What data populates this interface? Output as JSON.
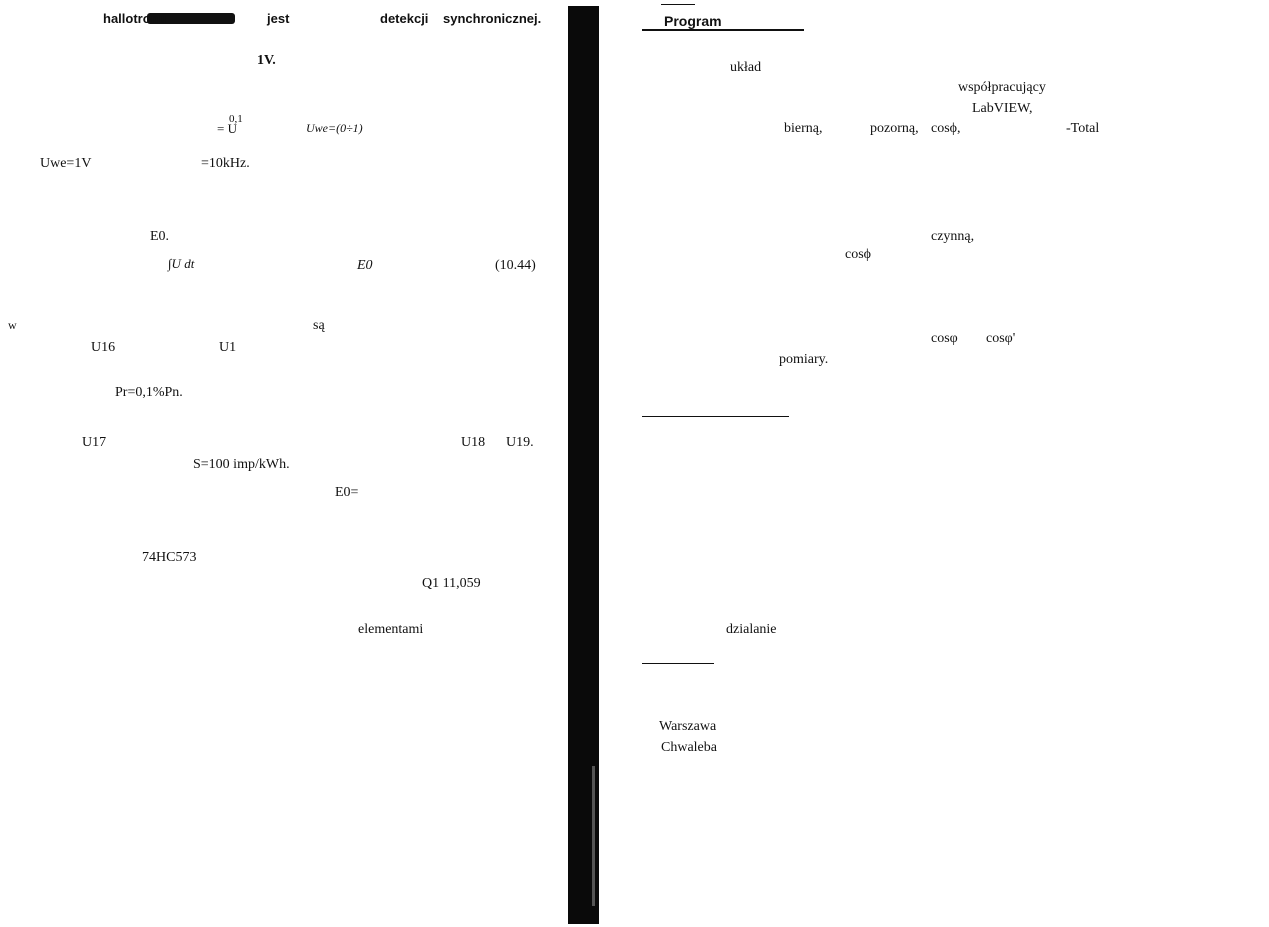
{
  "left_page": {
    "header": {
      "w1": "hallotronu",
      "w2": "jest",
      "w3": "detekcji",
      "w4": "synchronicznej."
    },
    "l1": "1V.",
    "formula_frac": "0,1",
    "formula_u": "= U",
    "formula_uwe": "Uwe=(0÷1)",
    "uwe": "Uwe=1V",
    "freq": "=10kHz.",
    "e0": "E0.",
    "integral": "∫U dt",
    "e0b": "E0",
    "eq_num": "(10.44)",
    "w": "w",
    "sa": "są",
    "u16": "U16",
    "u1": "U1",
    "pr": "Pr=0,1%Pn.",
    "u17": "U17",
    "u18": "U18",
    "u19": "U19.",
    "s": "S=100  imp/kWh.",
    "e0eq": "E0=",
    "ic": "74HC573",
    "q1": "Q1 11,059",
    "elem": "elementami"
  },
  "right_page": {
    "heading": "Program",
    "uklad": "układ",
    "wspol": "współpracujący",
    "labview": "LabVIEW,",
    "bierna": "bierną,",
    "pozorna": "pozorną,",
    "cos1": "cosϕ,",
    "total": "-Total",
    "czynna": "czynną,",
    "cos2": "cosϕ",
    "cos3": "cosφ",
    "cos4": "cosφ'",
    "pomiary": "pomiary.",
    "dzialanie": "dzialanie",
    "warszawa": "Warszawa",
    "chwaleba": "Chwaleba"
  }
}
